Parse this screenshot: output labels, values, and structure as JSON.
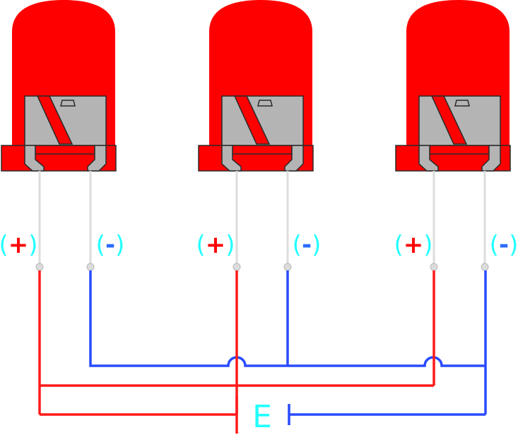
{
  "colors": {
    "led_body": "#ff0000",
    "led_outline": "#2a2a2a",
    "led_internal": "#b4b4b4",
    "lead": "#dcdcdc",
    "positive_wire": "#ff1a1a",
    "negative_wire": "#2a4bff",
    "bracket": "#22ffff",
    "sign_positive": "#ff0000",
    "sign_negative": "#2a6bff"
  },
  "leds": [
    {
      "name": "led-1",
      "anode_label": {
        "open": "(",
        "sign": "+",
        "close": ")"
      },
      "cathode_label": {
        "open": "(",
        "sign": "-",
        "close": ")"
      }
    },
    {
      "name": "led-2",
      "anode_label": {
        "open": "(",
        "sign": "+",
        "close": ")"
      },
      "cathode_label": {
        "open": "(",
        "sign": "-",
        "close": ")"
      }
    },
    {
      "name": "led-3",
      "anode_label": {
        "open": "(",
        "sign": "+",
        "close": ")"
      },
      "cathode_label": {
        "open": "(",
        "sign": "-",
        "close": ")"
      }
    }
  ],
  "battery": {
    "label": "E",
    "icon": "battery-symbol"
  },
  "circuit": {
    "connection": "parallel"
  }
}
